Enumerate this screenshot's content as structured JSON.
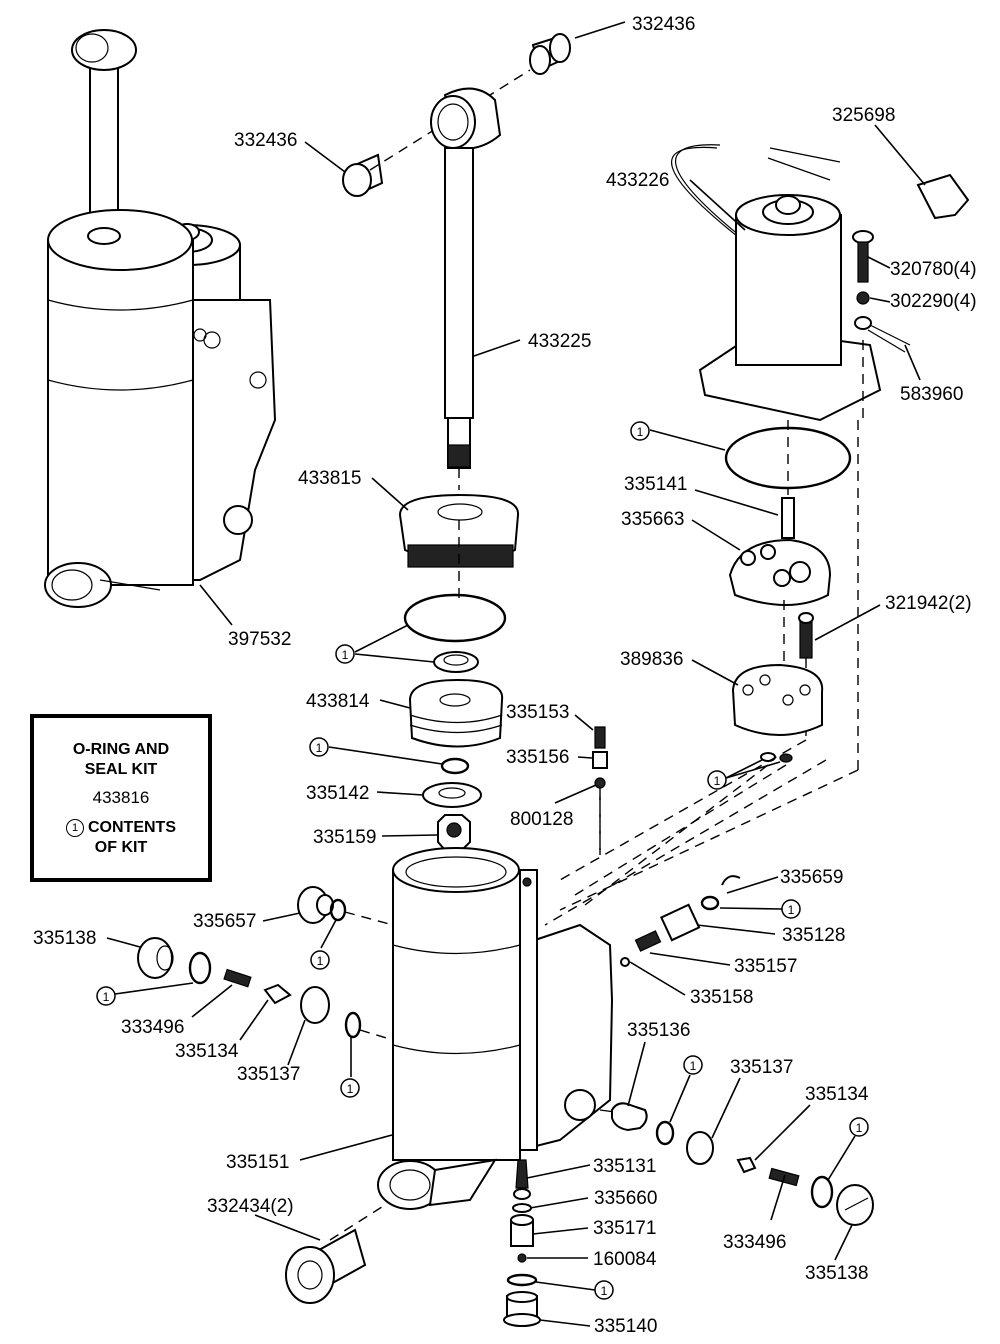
{
  "diagram": {
    "title": "Power Trim/Tilt Pump and Cylinder Assembly - Exploded View",
    "kit_box": {
      "title_line1": "O-RING AND",
      "title_line2": "SEAL KIT",
      "kit_number": "433816",
      "legend_symbol": "1",
      "legend_line1": "CONTENTS",
      "legend_line2": "OF KIT"
    },
    "kit_marker": "1",
    "callouts": {
      "assembly": "397532",
      "bushing_top_right": "332436",
      "bushing_top_left": "332436",
      "piston_rod": "433225",
      "motor": "433226",
      "connector": "325698",
      "motor_screw": "320780(4)",
      "lock_washer": "302290(4)",
      "ground_lead": "583960",
      "drive_shaft": "335141",
      "pump_gear": "335663",
      "pump_screw": "321942(2)",
      "pump_body": "389836",
      "cylinder_cap": "433815",
      "piston": "433814",
      "spring_small": "335153",
      "spool": "335156",
      "ball": "800128",
      "washer": "335142",
      "nut": "335159",
      "snap_ring": "335659",
      "manual_valve": "335128",
      "valve_spring": "335157",
      "valve_ball": "335158",
      "plug_left_top": "335657",
      "plug_left": "335138",
      "spring_left": "333496",
      "check_valve_left": "335134",
      "seat_left": "335137",
      "fitting_right": "335136",
      "seat_right": "335137",
      "check_valve_right": "335134",
      "spring_right": "333496",
      "plug_right": "335138",
      "cylinder_housing": "335151",
      "pivot_bushing": "332434(2)",
      "filter_stem": "335131",
      "filter_oring": "335660",
      "filter_body": "335171",
      "filter_ball": "160084",
      "filter_plug": "335140"
    }
  }
}
